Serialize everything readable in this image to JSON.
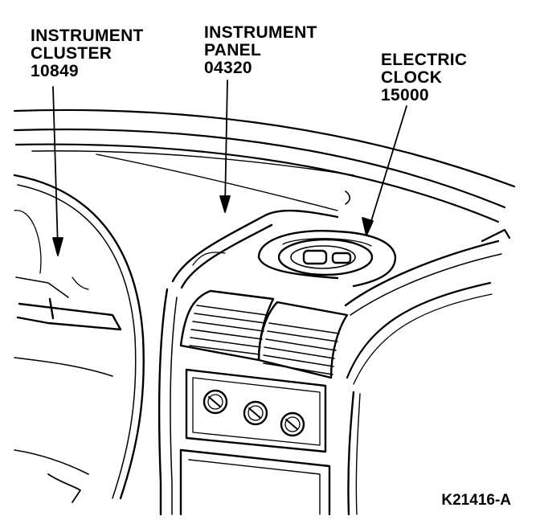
{
  "callouts": [
    {
      "id": "instrument-cluster",
      "name": "INSTRUMENT",
      "name2": "CLUSTER",
      "number": "10849"
    },
    {
      "id": "instrument-panel",
      "name": "INSTRUMENT",
      "name2": "PANEL",
      "number": "04320"
    },
    {
      "id": "electric-clock",
      "name": "ELECTRIC",
      "name2": "CLOCK",
      "number": "15000"
    }
  ],
  "figure_id": "K21416-A"
}
